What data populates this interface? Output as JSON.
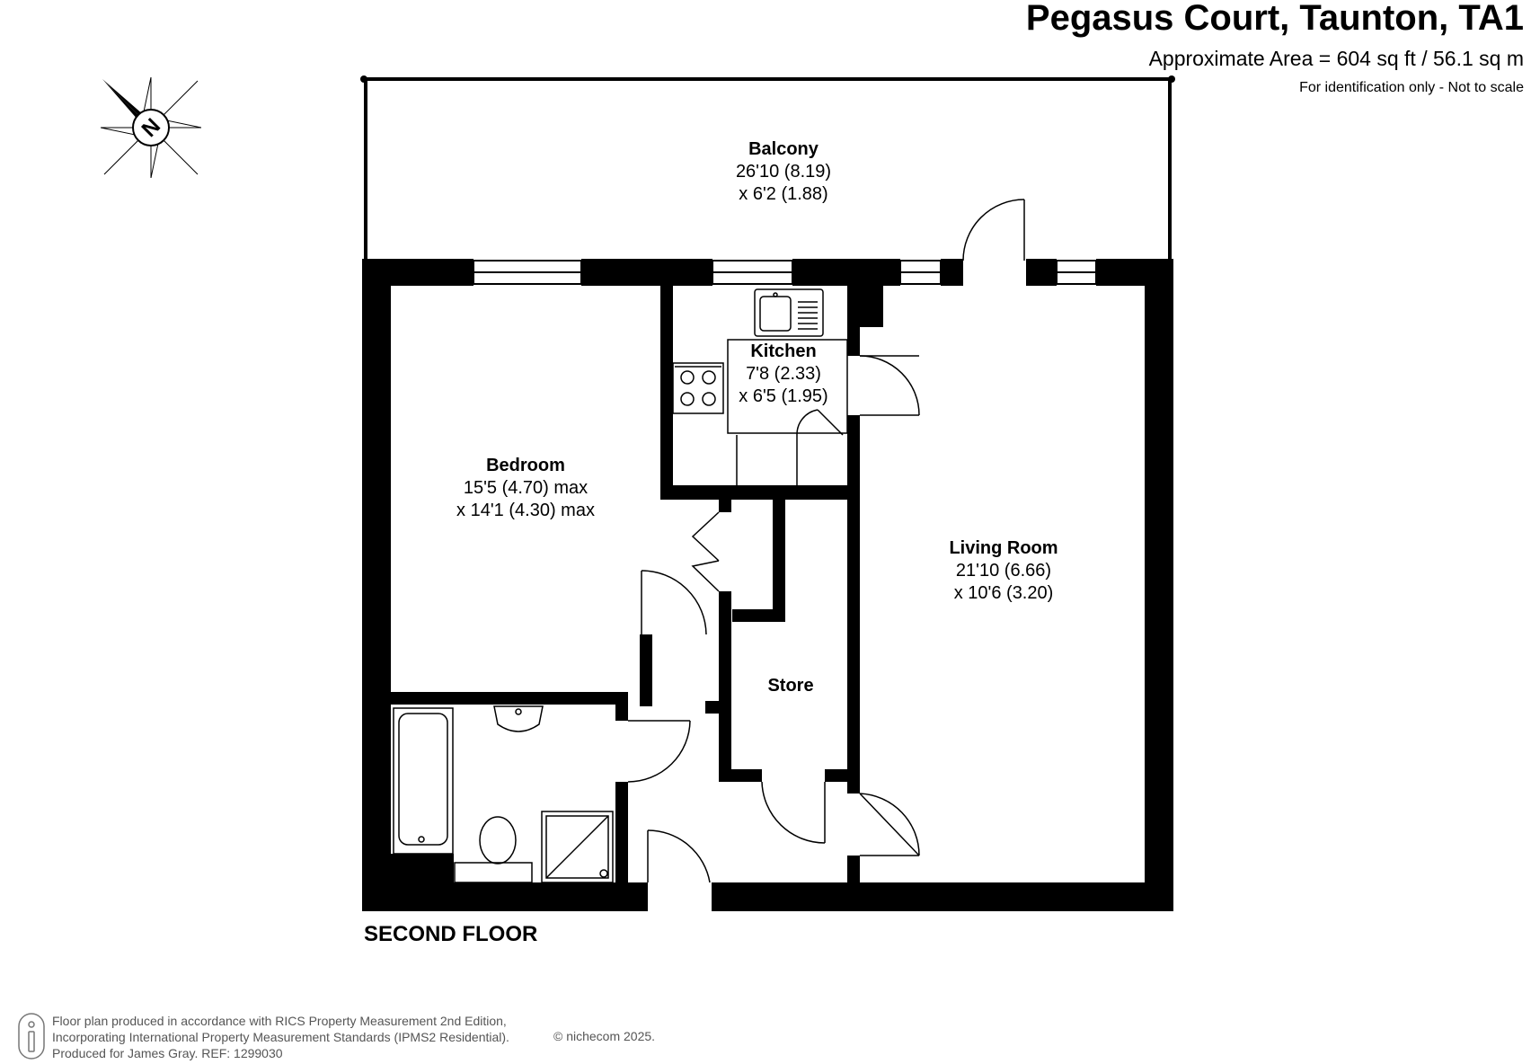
{
  "header": {
    "title": "Pegasus Court, Taunton, TA1",
    "area": "Approximate Area = 604 sq ft / 56.1 sq m",
    "note": "For identification only - Not to scale"
  },
  "compass": {
    "letter": "N"
  },
  "rooms": {
    "balcony": {
      "name": "Balcony",
      "dim1": "26'10 (8.19)",
      "dim2": "x 6'2 (1.88)"
    },
    "kitchen": {
      "name": "Kitchen",
      "dim1": "7'8 (2.33)",
      "dim2": "x 6'5 (1.95)"
    },
    "bedroom": {
      "name": "Bedroom",
      "dim1": "15'5 (4.70) max",
      "dim2": "x 14'1 (4.30) max"
    },
    "living": {
      "name": "Living Room",
      "dim1": "21'10 (6.66)",
      "dim2": "x 10'6 (3.20)"
    },
    "store": {
      "name": "Store"
    }
  },
  "floor_label": "SECOND FLOOR",
  "footer": {
    "line1": "Floor plan produced in accordance with RICS Property Measurement 2nd Edition,",
    "line2": "Incorporating International Property Measurement Standards (IPMS2 Residential).",
    "line3": "Produced for James Gray.   REF:   1299030",
    "brand": "© nichecom 2025."
  },
  "colors": {
    "wall": "#000000",
    "fixture": "#444444",
    "text_muted": "#555555"
  }
}
